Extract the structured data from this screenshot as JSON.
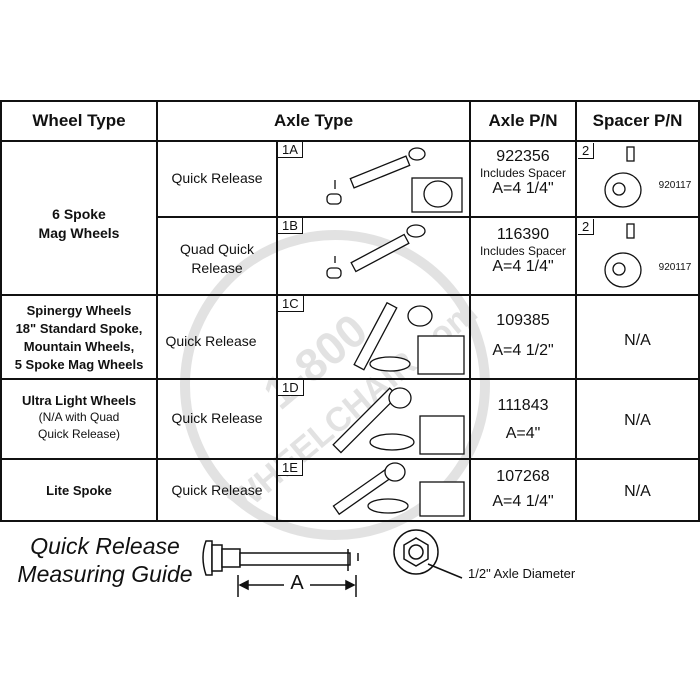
{
  "headers": {
    "wheel_type": "Wheel Type",
    "axle_type": "Axle Type",
    "axle_pn": "Axle P/N",
    "spacer_pn": "Spacer P/N"
  },
  "rows": [
    {
      "wheel_type_line1": "6 Spoke",
      "wheel_type_line2": "Mag Wheels",
      "axle_label": "Quick Release",
      "fig": "1A",
      "axle_pn": "922356",
      "axle_note": "Includes Spacer",
      "axle_a": "A=4 1/4\"",
      "spacer_fig": "2",
      "spacer_pn": "920117"
    },
    {
      "axle_label_line1": "Quad Quick",
      "axle_label_line2": "Release",
      "fig": "1B",
      "axle_pn": "116390",
      "axle_note": "Includes Spacer",
      "axle_a": "A=4 1/4\"",
      "spacer_fig": "2",
      "spacer_pn": "920117"
    },
    {
      "wheel_type_lines": [
        "Spinergy Wheels",
        "18\" Standard Spoke,",
        "Mountain Wheels,",
        "5 Spoke Mag Wheels"
      ],
      "axle_label": "Quick Release",
      "fig": "1C",
      "axle_pn": "109385",
      "axle_a": "A=4 1/2\"",
      "spacer_pn": "N/A"
    },
    {
      "wheel_type_line1": "Ultra Light Wheels",
      "wheel_type_line2": "(N/A with Quad",
      "wheel_type_line3": "Quick Release)",
      "axle_label": "Quick Release",
      "fig": "1D",
      "axle_pn": "111843",
      "axle_a": "A=4\"",
      "spacer_pn": "N/A"
    },
    {
      "wheel_type_line1": "Lite Spoke",
      "axle_label": "Quick Release",
      "fig": "1E",
      "axle_pn": "107268",
      "axle_a": "A=4 1/4\"",
      "spacer_pn": "N/A"
    }
  ],
  "guide": {
    "title_line1": "Quick Release",
    "title_line2": "Measuring Guide",
    "dimension_label": "A",
    "diameter_label": "1/2\" Axle Diameter"
  },
  "watermark": {
    "line1": "1-800",
    "line2": "WHEELCHAIR.com"
  }
}
